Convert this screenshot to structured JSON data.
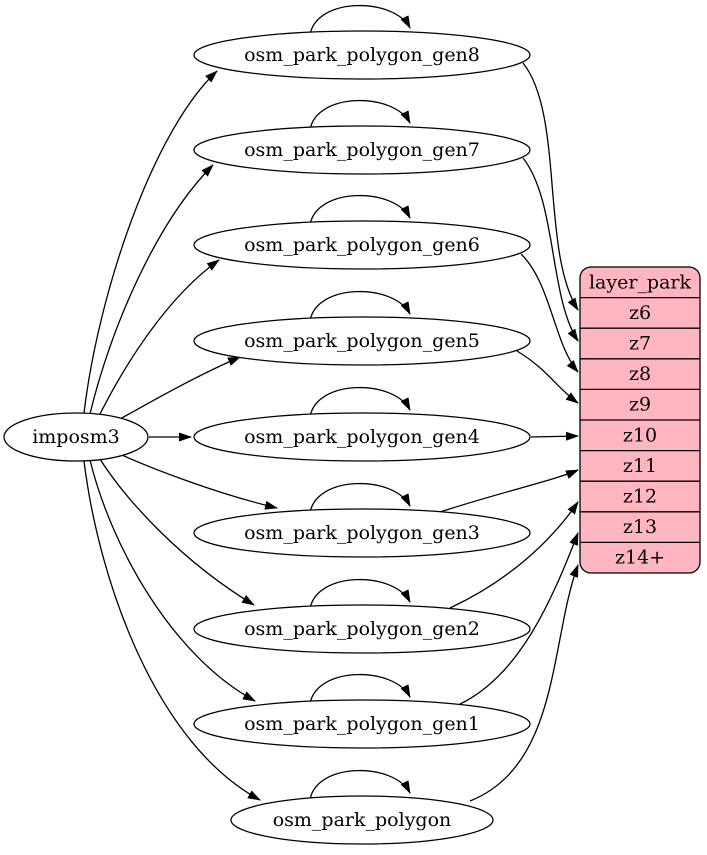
{
  "diagram": {
    "kind": "graphviz-dependency-graph",
    "source": {
      "label": "imposm3"
    },
    "tables": [
      {
        "label": "osm_park_polygon_gen8"
      },
      {
        "label": "osm_park_polygon_gen7"
      },
      {
        "label": "osm_park_polygon_gen6"
      },
      {
        "label": "osm_park_polygon_gen5"
      },
      {
        "label": "osm_park_polygon_gen4"
      },
      {
        "label": "osm_park_polygon_gen3"
      },
      {
        "label": "osm_park_polygon_gen2"
      },
      {
        "label": "osm_park_polygon_gen1"
      },
      {
        "label": "osm_park_polygon"
      }
    ],
    "layer": {
      "title": "layer_park",
      "zoom_rows": [
        "z6",
        "z7",
        "z8",
        "z9",
        "z10",
        "z11",
        "z12",
        "z13",
        "z14+"
      ]
    },
    "edges": {
      "from_source": [
        "osm_park_polygon_gen8",
        "osm_park_polygon_gen7",
        "osm_park_polygon_gen6",
        "osm_park_polygon_gen5",
        "osm_park_polygon_gen4",
        "osm_park_polygon_gen3",
        "osm_park_polygon_gen2",
        "osm_park_polygon_gen1",
        "osm_park_polygon"
      ],
      "self_loops": [
        "osm_park_polygon_gen8",
        "osm_park_polygon_gen7",
        "osm_park_polygon_gen6",
        "osm_park_polygon_gen5",
        "osm_park_polygon_gen4",
        "osm_park_polygon_gen3",
        "osm_park_polygon_gen2",
        "osm_park_polygon_gen1",
        "osm_park_polygon"
      ],
      "to_layer": [
        {
          "from": "osm_park_polygon_gen8",
          "to": "z6"
        },
        {
          "from": "osm_park_polygon_gen7",
          "to": "z7"
        },
        {
          "from": "osm_park_polygon_gen6",
          "to": "z8"
        },
        {
          "from": "osm_park_polygon_gen5",
          "to": "z9"
        },
        {
          "from": "osm_park_polygon_gen4",
          "to": "z10"
        },
        {
          "from": "osm_park_polygon_gen3",
          "to": "z11"
        },
        {
          "from": "osm_park_polygon_gen2",
          "to": "z12"
        },
        {
          "from": "osm_park_polygon_gen1",
          "to": "z13"
        },
        {
          "from": "osm_park_polygon",
          "to": "z14+"
        }
      ]
    },
    "colors": {
      "layer_fill": "#ffb6c1",
      "line": "#000000",
      "node_fill": "#ffffff",
      "background": "#ffffff"
    }
  }
}
